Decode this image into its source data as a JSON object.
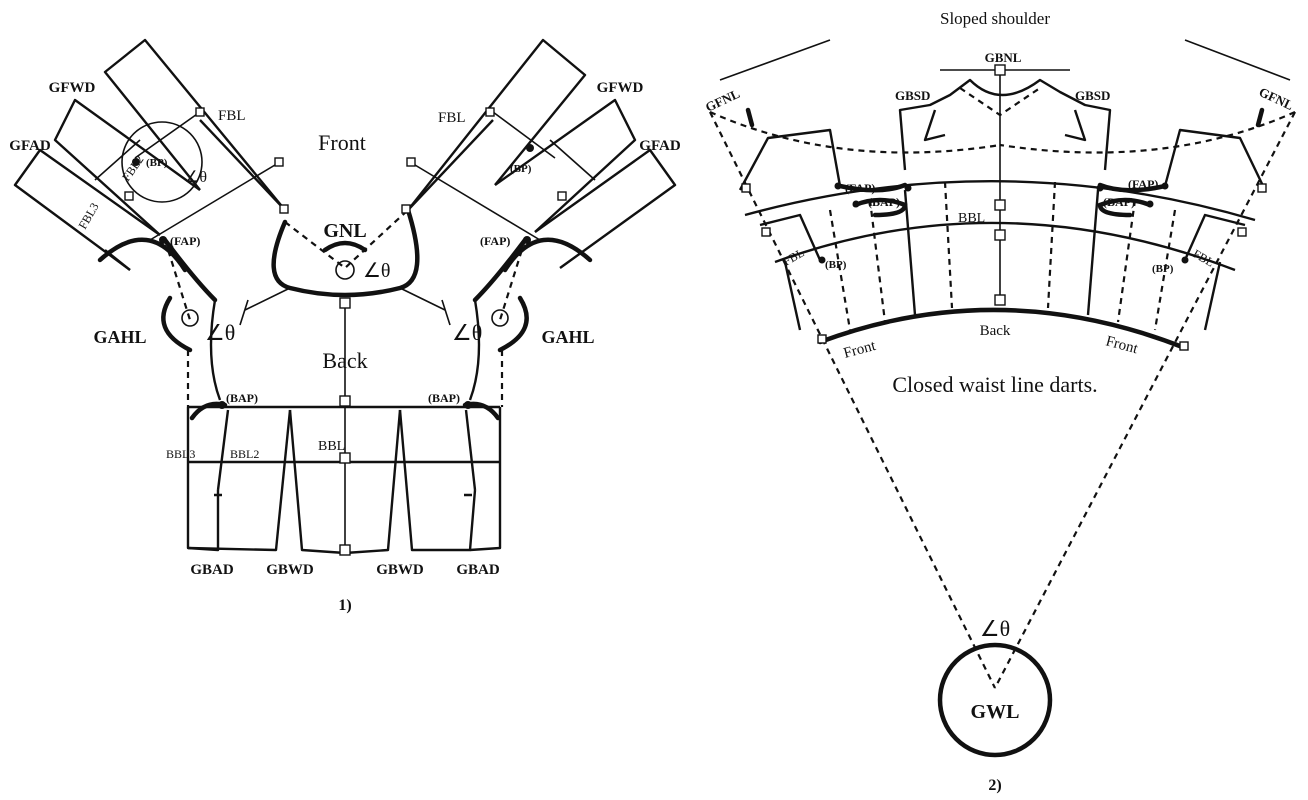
{
  "diagram1": {
    "caption": "1)",
    "front": "Front",
    "back": "Back",
    "gnl": "GNL",
    "angle": "∠θ",
    "gahl_left": "GAHL",
    "gahl_right": "GAHL",
    "gfwd_left": "GFWD",
    "gfwd_right": "GFWD",
    "gfad_left": "GFAD",
    "gfad_right": "GFAD",
    "fbl_left": "FBL",
    "fbl_right": "FBL",
    "fbl2": "FBL2",
    "fbl3": "FBL3",
    "bp_left": "(BP)",
    "bp_right": "(BP)",
    "fap_left": "(FAP)",
    "fap_right": "(FAP)",
    "bap_left": "(BAP)",
    "bap_right": "(BAP)",
    "bbl": "BBL",
    "bbl2": "BBL2",
    "bbl3": "BBL3",
    "gbad_left": "GBAD",
    "gbwd_left": "GBWD",
    "gbwd_right": "GBWD",
    "gbad_right": "GBAD"
  },
  "diagram2": {
    "caption": "2)",
    "title": "Sloped shoulder",
    "gbnl": "GBNL",
    "gbsd_left": "GBSD",
    "gbsd_right": "GBSD",
    "gfnl_left": "GFNL",
    "gfnl_right": "GFNL",
    "fap_left": "(FAP)",
    "fap_right": "(FAP)",
    "bap_left": "(BAP)",
    "bap_right": "(BAP)",
    "bbl": "BBL",
    "fbl_left": "FBL",
    "fbl_right": "FBL",
    "bp_left": "(BP)",
    "bp_right": "(BP)",
    "back": "Back",
    "front_left": "Front",
    "front_right": "Front",
    "closed_note": "Closed waist line darts.",
    "angle": "∠θ",
    "gwl": "GWL"
  }
}
